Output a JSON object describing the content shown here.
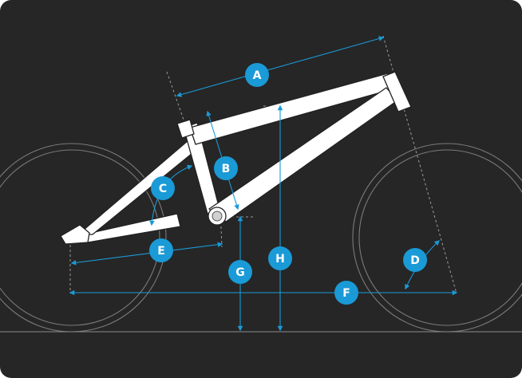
{
  "colors": {
    "background": "#262626",
    "frame": "#ffffff",
    "dimension": "#1a9ad6",
    "wheel": "#7a7a7a"
  },
  "labels": {
    "a": "A",
    "b": "B",
    "c": "C",
    "d": "D",
    "e": "E",
    "f": "F",
    "g": "G",
    "h": "H"
  }
}
